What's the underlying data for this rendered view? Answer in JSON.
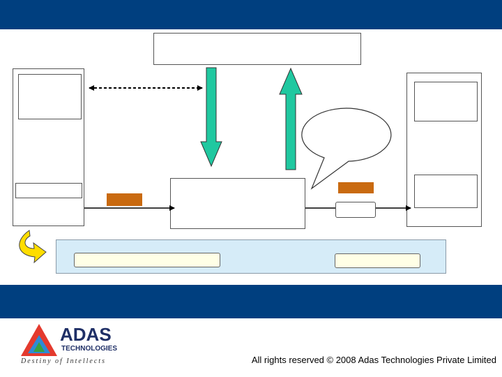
{
  "colors": {
    "header_band": "#003f7f",
    "arrow_green": "#20c8a0",
    "orange_tag": "#c96a10",
    "panel_fill": "#d6ecf8",
    "pill_fill": "#ffffe6",
    "yellow_arrow": "#ffdd00"
  },
  "logo": {
    "brand": "ADAS",
    "sub": "TECHNOLOGIES",
    "tagline": "Destiny of Intellects"
  },
  "footer": {
    "copyright": "All rights reserved © 2008 Adas Technologies Private Limited"
  }
}
